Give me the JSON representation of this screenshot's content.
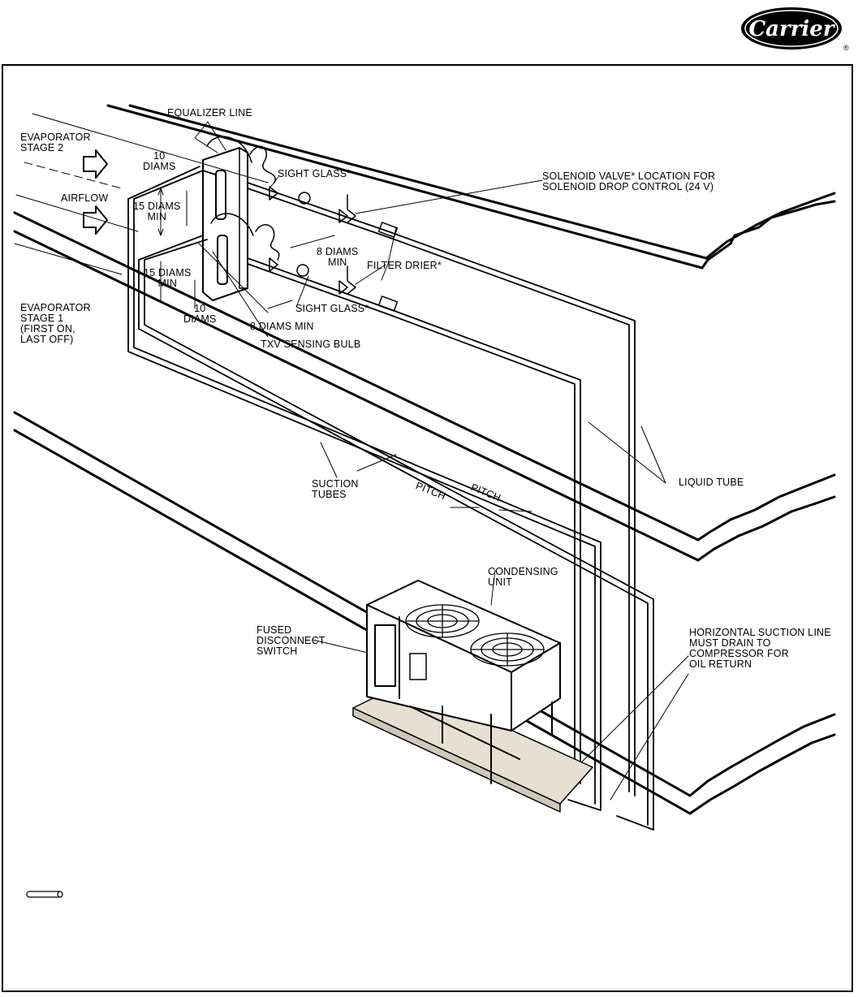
{
  "brand": {
    "logo_text": "Carrier",
    "registered": "®"
  },
  "labels": {
    "equalizer_line": "EQUALIZER LINE",
    "evaporator_stage2": "EVAPORATOR\nSTAGE 2",
    "airflow": "AIRFLOW",
    "ten_diams_top": "10\nDIAMS",
    "fifteen_diams_min_top": "15 DIAMS\nMIN",
    "fifteen_diams_min_bottom": "15 DIAMS\nMIN",
    "ten_diams_bottom": "10\nDIAMS",
    "sight_glass_top": "SIGHT GLASS*",
    "sight_glass_bottom": "SIGHT GLASS*",
    "solenoid_valve": "SOLENOID VALVE* LOCATION FOR\nSOLENOID DROP CONTROL (24 V)",
    "eight_diams_min_upper": "8 DIAMS\nMIN",
    "filter_drier": "FILTER DRIER*",
    "eight_diams_min_lower": "8 DIAMS MIN",
    "txv_sensing_bulb": "TXV SENSING BULB",
    "evaporator_stage1": "EVAPORATOR\nSTAGE 1\n(FIRST ON,\nLAST OFF)",
    "liquid_tube": "LIQUID TUBE",
    "suction_tubes": "SUCTION\nTUBES",
    "pitch_1": "PITCH",
    "pitch_2": "PITCH",
    "condensing_unit": "CONDENSING\nUNIT",
    "fused_disconnect": "FUSED\nDISCONNECT\nSWITCH",
    "horizontal_suction": "HORIZONTAL SUCTION LINE\nMUST DRAIN TO\nCOMPRESSOR FOR\nOIL RETURN"
  },
  "colors": {
    "line": "#000000",
    "pad": "#cfc8b8",
    "background": "#ffffff"
  },
  "icons": [
    "airflow-arrow-icon",
    "fan-icon",
    "solenoid-valve-icon",
    "sight-glass-icon",
    "filter-drier-icon",
    "txv-valve-icon",
    "disconnect-switch-icon",
    "tube-legend-icon"
  ]
}
